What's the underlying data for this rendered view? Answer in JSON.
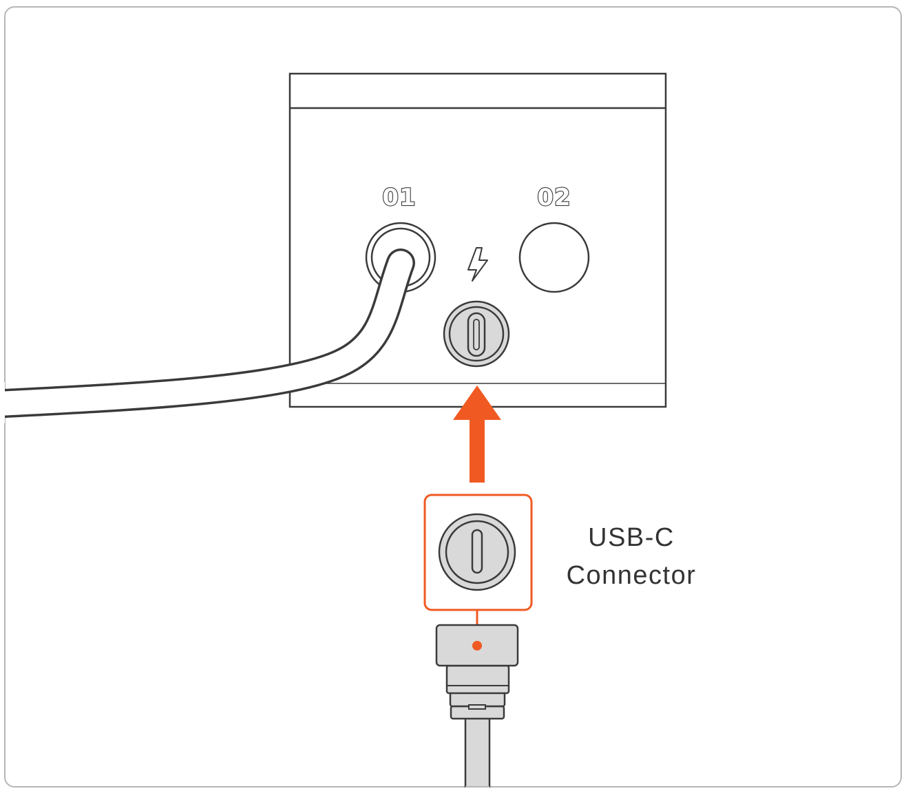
{
  "diagram": {
    "ports": [
      {
        "label": "01",
        "state": "occupied"
      },
      {
        "label": "02",
        "state": "empty"
      }
    ],
    "power_icon": "lightning-bolt-icon",
    "callout": {
      "line1": "USB-C",
      "line2": "Connector"
    },
    "colors": {
      "accent": "#f05a22",
      "outline": "#3a3a3a",
      "connector_fill": "#d9d9d9",
      "frame_border": "#b5b5b5",
      "background": "#ffffff"
    }
  }
}
